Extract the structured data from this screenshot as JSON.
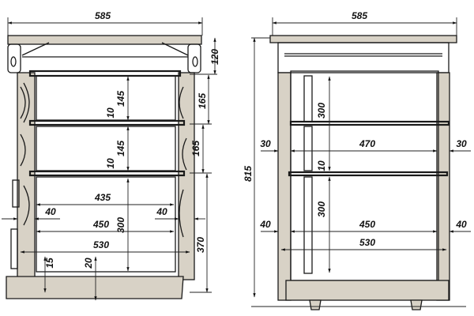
{
  "front_view": {
    "overall_width": "585",
    "roof_height": "120",
    "super_height_top": "165",
    "super_height_middle": "165",
    "body_height": "370",
    "frame_height_top": "145",
    "frame_height_middle": "145",
    "gap_top": "10",
    "gap_middle": "10",
    "inner_width": "435",
    "wall_left": "40",
    "wall_right": "40",
    "frame_width": "450",
    "outer_width": "530",
    "brood_frame_height": "300",
    "bottom_gap": "15",
    "floor_thickness": "20"
  },
  "side_view": {
    "overall_width": "585",
    "overall_height": "815",
    "frame_height_top": "300",
    "frame_height_bottom": "300",
    "gap": "10",
    "inner_width_top": "470",
    "wall_top_left": "30",
    "wall_top_right": "30",
    "inner_width_bottom": "450",
    "wall_bottom_left": "40",
    "wall_bottom_right": "40",
    "outer_width": "530"
  }
}
